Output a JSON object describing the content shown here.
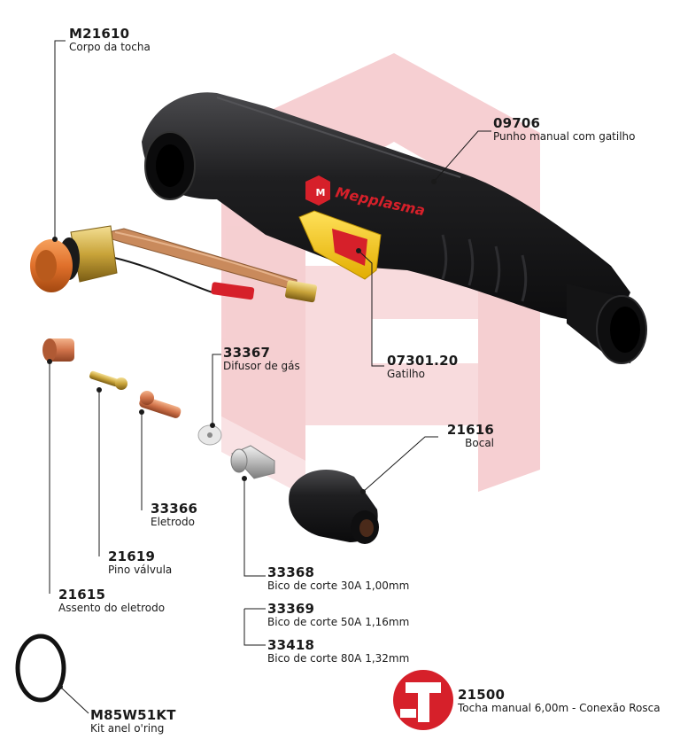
{
  "brand": {
    "name": "Mepplasma",
    "color": "#d6202a"
  },
  "colors": {
    "handle": "#1c1c1e",
    "trigger": "#f2c400",
    "copper": "#c9663a",
    "brass": "#c9a43a",
    "watermark": "#f4c7ca"
  },
  "parts": [
    {
      "id": "m21610",
      "code": "M21610",
      "desc": "Corpo da tocha"
    },
    {
      "id": "p09706",
      "code": "09706",
      "desc": "Punho manual com gatilho"
    },
    {
      "id": "p0730120",
      "code": "07301.20",
      "desc": "Gatilho"
    },
    {
      "id": "p33367",
      "code": "33367",
      "desc": "Difusor de gás"
    },
    {
      "id": "p21616",
      "code": "21616",
      "desc": "Bocal"
    },
    {
      "id": "p33366",
      "code": "33366",
      "desc": "Eletrodo"
    },
    {
      "id": "p21619",
      "code": "21619",
      "desc": "Pino válvula"
    },
    {
      "id": "p21615",
      "code": "21615",
      "desc": "Assento do eletrodo"
    },
    {
      "id": "p33368",
      "code": "33368",
      "desc": "Bico de corte 30A 1,00mm"
    },
    {
      "id": "p33369",
      "code": "33369",
      "desc": "Bico de corte 50A 1,16mm"
    },
    {
      "id": "p33418",
      "code": "33418",
      "desc": "Bico de corte 80A 1,32mm"
    },
    {
      "id": "m85w51kt",
      "code": "M85W51KT",
      "desc": "Kit anel o'ring"
    },
    {
      "id": "p21500",
      "code": "21500",
      "desc": "Tocha manual 6,00m - Conexão Rosca"
    }
  ]
}
